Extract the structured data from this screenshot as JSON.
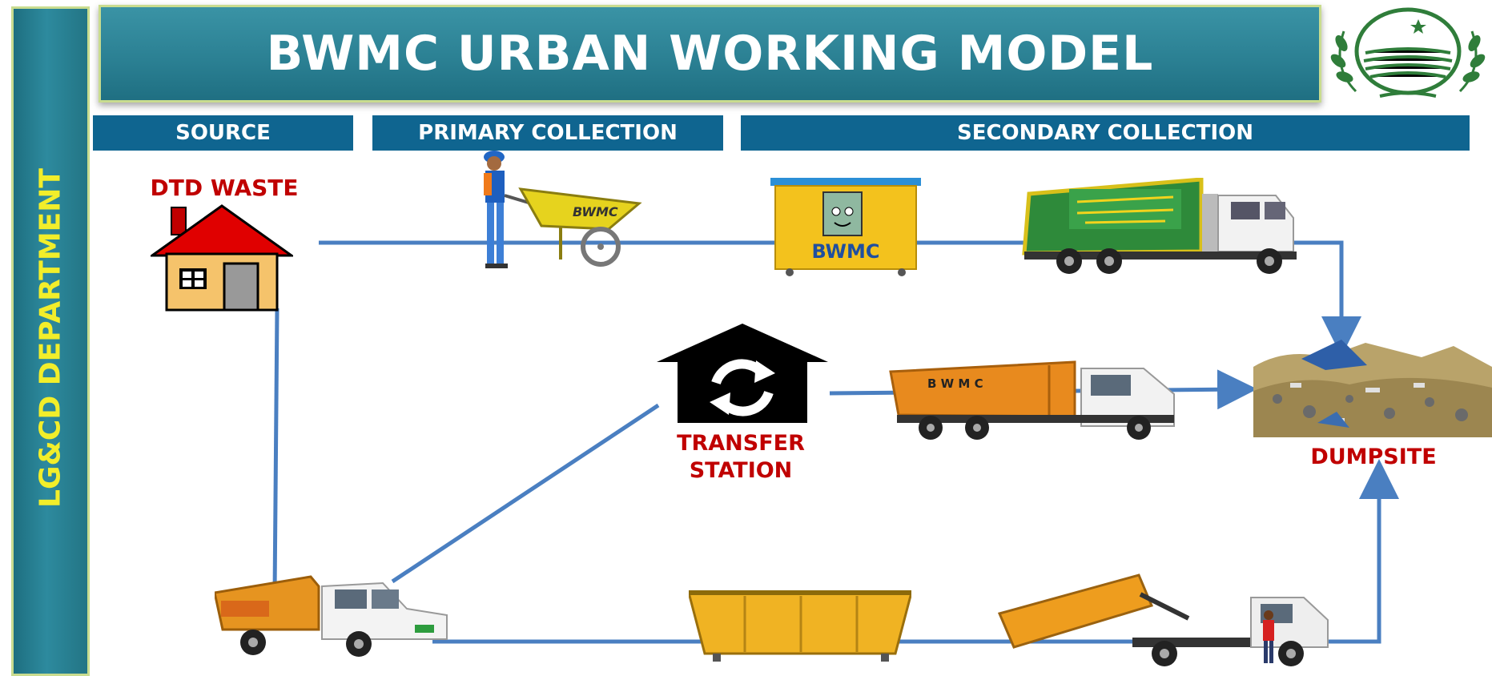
{
  "side_label": "LG&CD DEPARTMENT",
  "title": "BWMC URBAN WORKING MODEL",
  "headers": {
    "source": "SOURCE",
    "primary": "PRIMARY COLLECTION",
    "secondary": "SECONDARY COLLECTION"
  },
  "labels": {
    "dtd_waste": "DTD WASTE",
    "transfer_station_line1": "TRANSFER",
    "transfer_station_line2": "STATION",
    "dumpsite": "DUMPSITE"
  },
  "vehicle_text": {
    "wheelbarrow": "BWMC",
    "container": "BWMC",
    "dumper": "B W M C"
  },
  "colors": {
    "band": "#2a7f92",
    "header": "#0f6590",
    "flow_line": "#4a7fc1",
    "label_red": "#c00000",
    "side_text": "#f2ee2a"
  }
}
